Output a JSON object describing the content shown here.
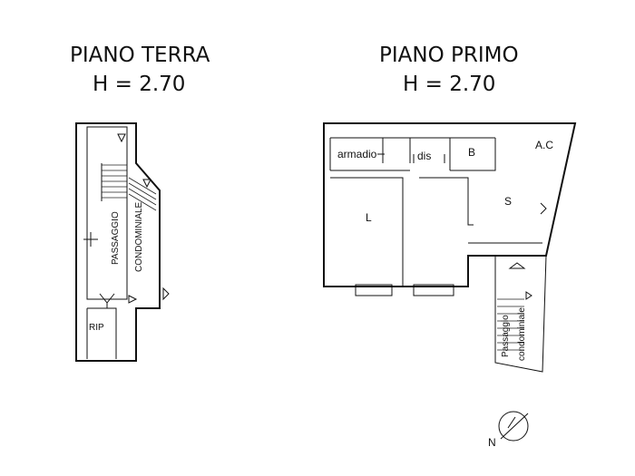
{
  "ground_floor": {
    "title": "PIANO TERRA",
    "height": "H = 2.70",
    "passage_label_1": "PASSAGGIO",
    "passage_label_2": "CONDOMINIALE",
    "storage_label": "RIP"
  },
  "first_floor": {
    "title": "PIANO PRIMO",
    "height": "H = 2.70",
    "rooms": {
      "wardrobe": "armadio",
      "hall": "dis",
      "bathroom": "B",
      "uncovered_area": "A.C",
      "living": "S",
      "bedroom": "L"
    },
    "passage_label_1": "Passaggio",
    "passage_label_2": "condominiale"
  },
  "north_label": "N"
}
